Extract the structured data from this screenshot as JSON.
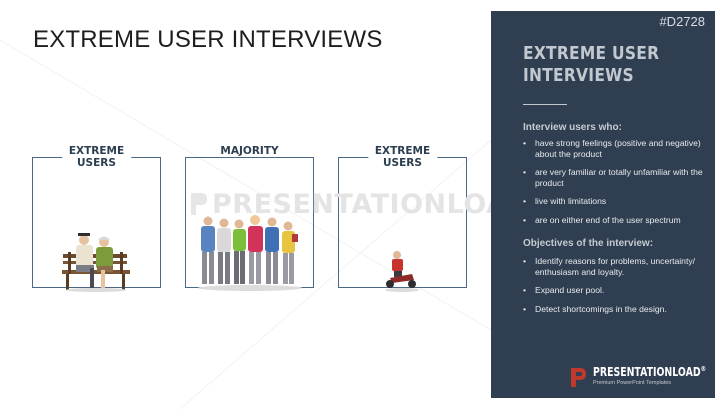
{
  "slide": {
    "title": "EXTREME USER INTERVIEWS",
    "watermark": "PRESENTATIONLOAD"
  },
  "frames": [
    {
      "label": "EXTREME\nUSERS"
    },
    {
      "label": "MAJORITY"
    },
    {
      "label": "EXTREME\nUSERS"
    }
  ],
  "illustrations": {
    "left": "elderly-couple-on-bench",
    "middle": "group-of-people",
    "right": "child-on-tricycle"
  },
  "panel": {
    "code": "#D2728",
    "title_line1": "EXTREME USER",
    "title_line2": "INTERVIEWS",
    "section1_heading": "Interview users who:",
    "section1_items": [
      "have strong feelings (positive and negative) about the product",
      "are very familiar or totally unfamiliar with the product",
      "live with limitations",
      "are on either end of the user spectrum"
    ],
    "section2_heading": "Objectives of the interview:",
    "section2_items": [
      "Identify reasons for problems, uncertainty/ enthusiasm and loyalty.",
      "Expand user pool.",
      "Detect shortcomings in the design."
    ]
  },
  "logo": {
    "name": "PRESENTATIONLOAD",
    "registered": "®",
    "tagline": "Premium PowerPoint Templates"
  },
  "colors": {
    "panel_bg": "#2f3e50",
    "frame_border": "#4a6785",
    "logo_accent": "#c0392b"
  }
}
